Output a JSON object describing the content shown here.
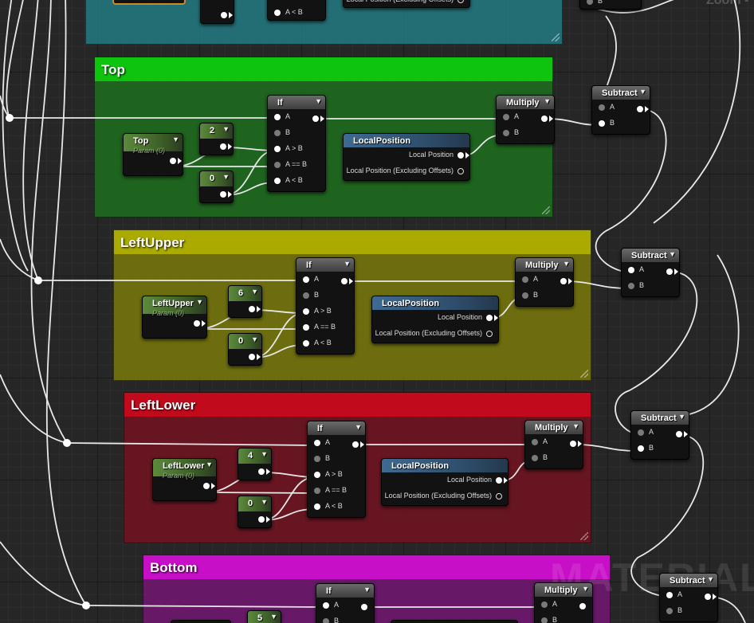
{
  "editor": {
    "zoom_label": "Zoom -",
    "watermark": "MATERIAL"
  },
  "colors": {
    "teal": "#2a8a95",
    "green": "#1e7a1e",
    "yellow": "#8a8a0c",
    "red": "#7f1624",
    "magenta": "#7a1a7a"
  },
  "comments": {
    "top": "Top",
    "left_upper": "LeftUpper",
    "left_lower": "LeftLower",
    "bottom": "Bottom"
  },
  "pins": {
    "a": "A",
    "b": "B",
    "a_gt_b": "A > B",
    "a_eq_b": "A == B",
    "a_lt_b": "A < B",
    "local_position": "Local Position",
    "local_position_excl": "Local Position (Excluding Offsets)"
  },
  "nodes": {
    "if_title": "If",
    "multiply_title": "Multiply",
    "subtract_title": "Subtract",
    "local_position_title": "LocalPosition",
    "param_sub": "Param (0)",
    "top_param": "Top",
    "left_upper_param": "LeftUpper",
    "left_lower_param": "LeftLower",
    "top_const_a": "2",
    "top_const_b": "0",
    "lu_const_a": "6",
    "lu_const_b": "0",
    "ll_const_a": "4",
    "ll_const_b": "0",
    "bottom_const_a": "5"
  },
  "icons": {
    "collapse": "chevron-down-icon",
    "exec_arrow": "triangle-right-icon"
  }
}
